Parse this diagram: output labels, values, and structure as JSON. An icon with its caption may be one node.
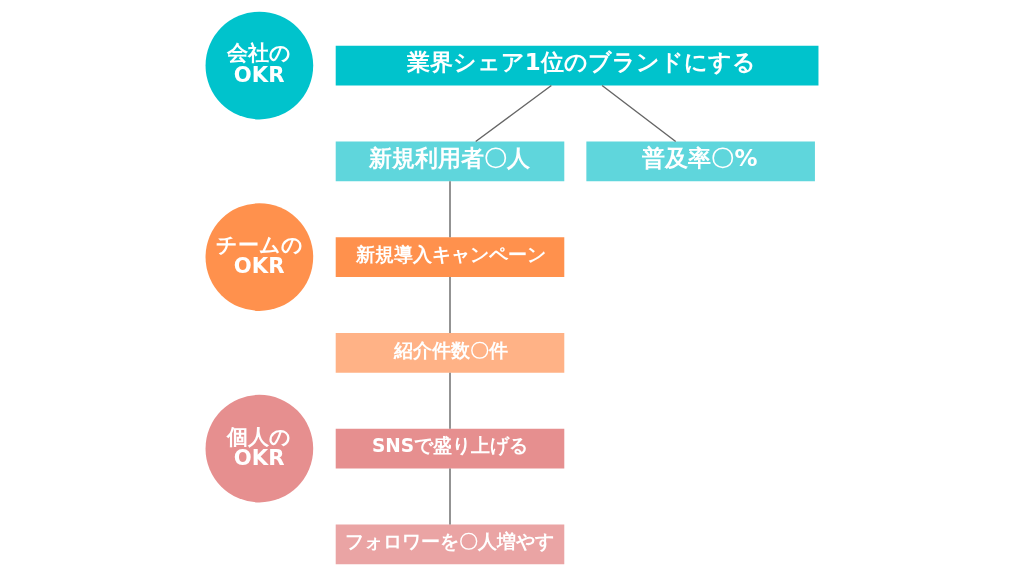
{
  "diagram": {
    "nodes": [
      {
        "text": [
          "会社のOKR"
        ]
      },
      {
        "text": [
          "業界シェア1位のブランドにする"
        ]
      },
      {
        "text": [
          "新規利用者〇人"
        ]
      },
      {
        "text": [
          "普及率〇%"
        ]
      },
      {
        "text": [
          "チームのOKR"
        ]
      },
      {
        "text": [
          "新規導入キャンペーン"
        ]
      },
      {
        "text": [
          "紹介件数〇件"
        ]
      },
      {
        "text": [
          "個人のOKR"
        ]
      },
      {
        "text": [
          "SNSで盛り上げる"
        ]
      },
      {
        "text": [
          "フォロワーを〇人増やす"
        ]
      }
    ],
    "edges": [
      {
        "from": 1,
        "to": 2,
        "arrow": "none"
      },
      {
        "from": 1,
        "to": 3,
        "arrow": "none"
      },
      {
        "from": 2,
        "to": 5,
        "arrow": "none"
      },
      {
        "from": 5,
        "to": 6,
        "arrow": "none"
      },
      {
        "from": 6,
        "to": 8,
        "arrow": "none"
      },
      {
        "from": 8,
        "to": 9,
        "arrow": "none"
      }
    ]
  }
}
